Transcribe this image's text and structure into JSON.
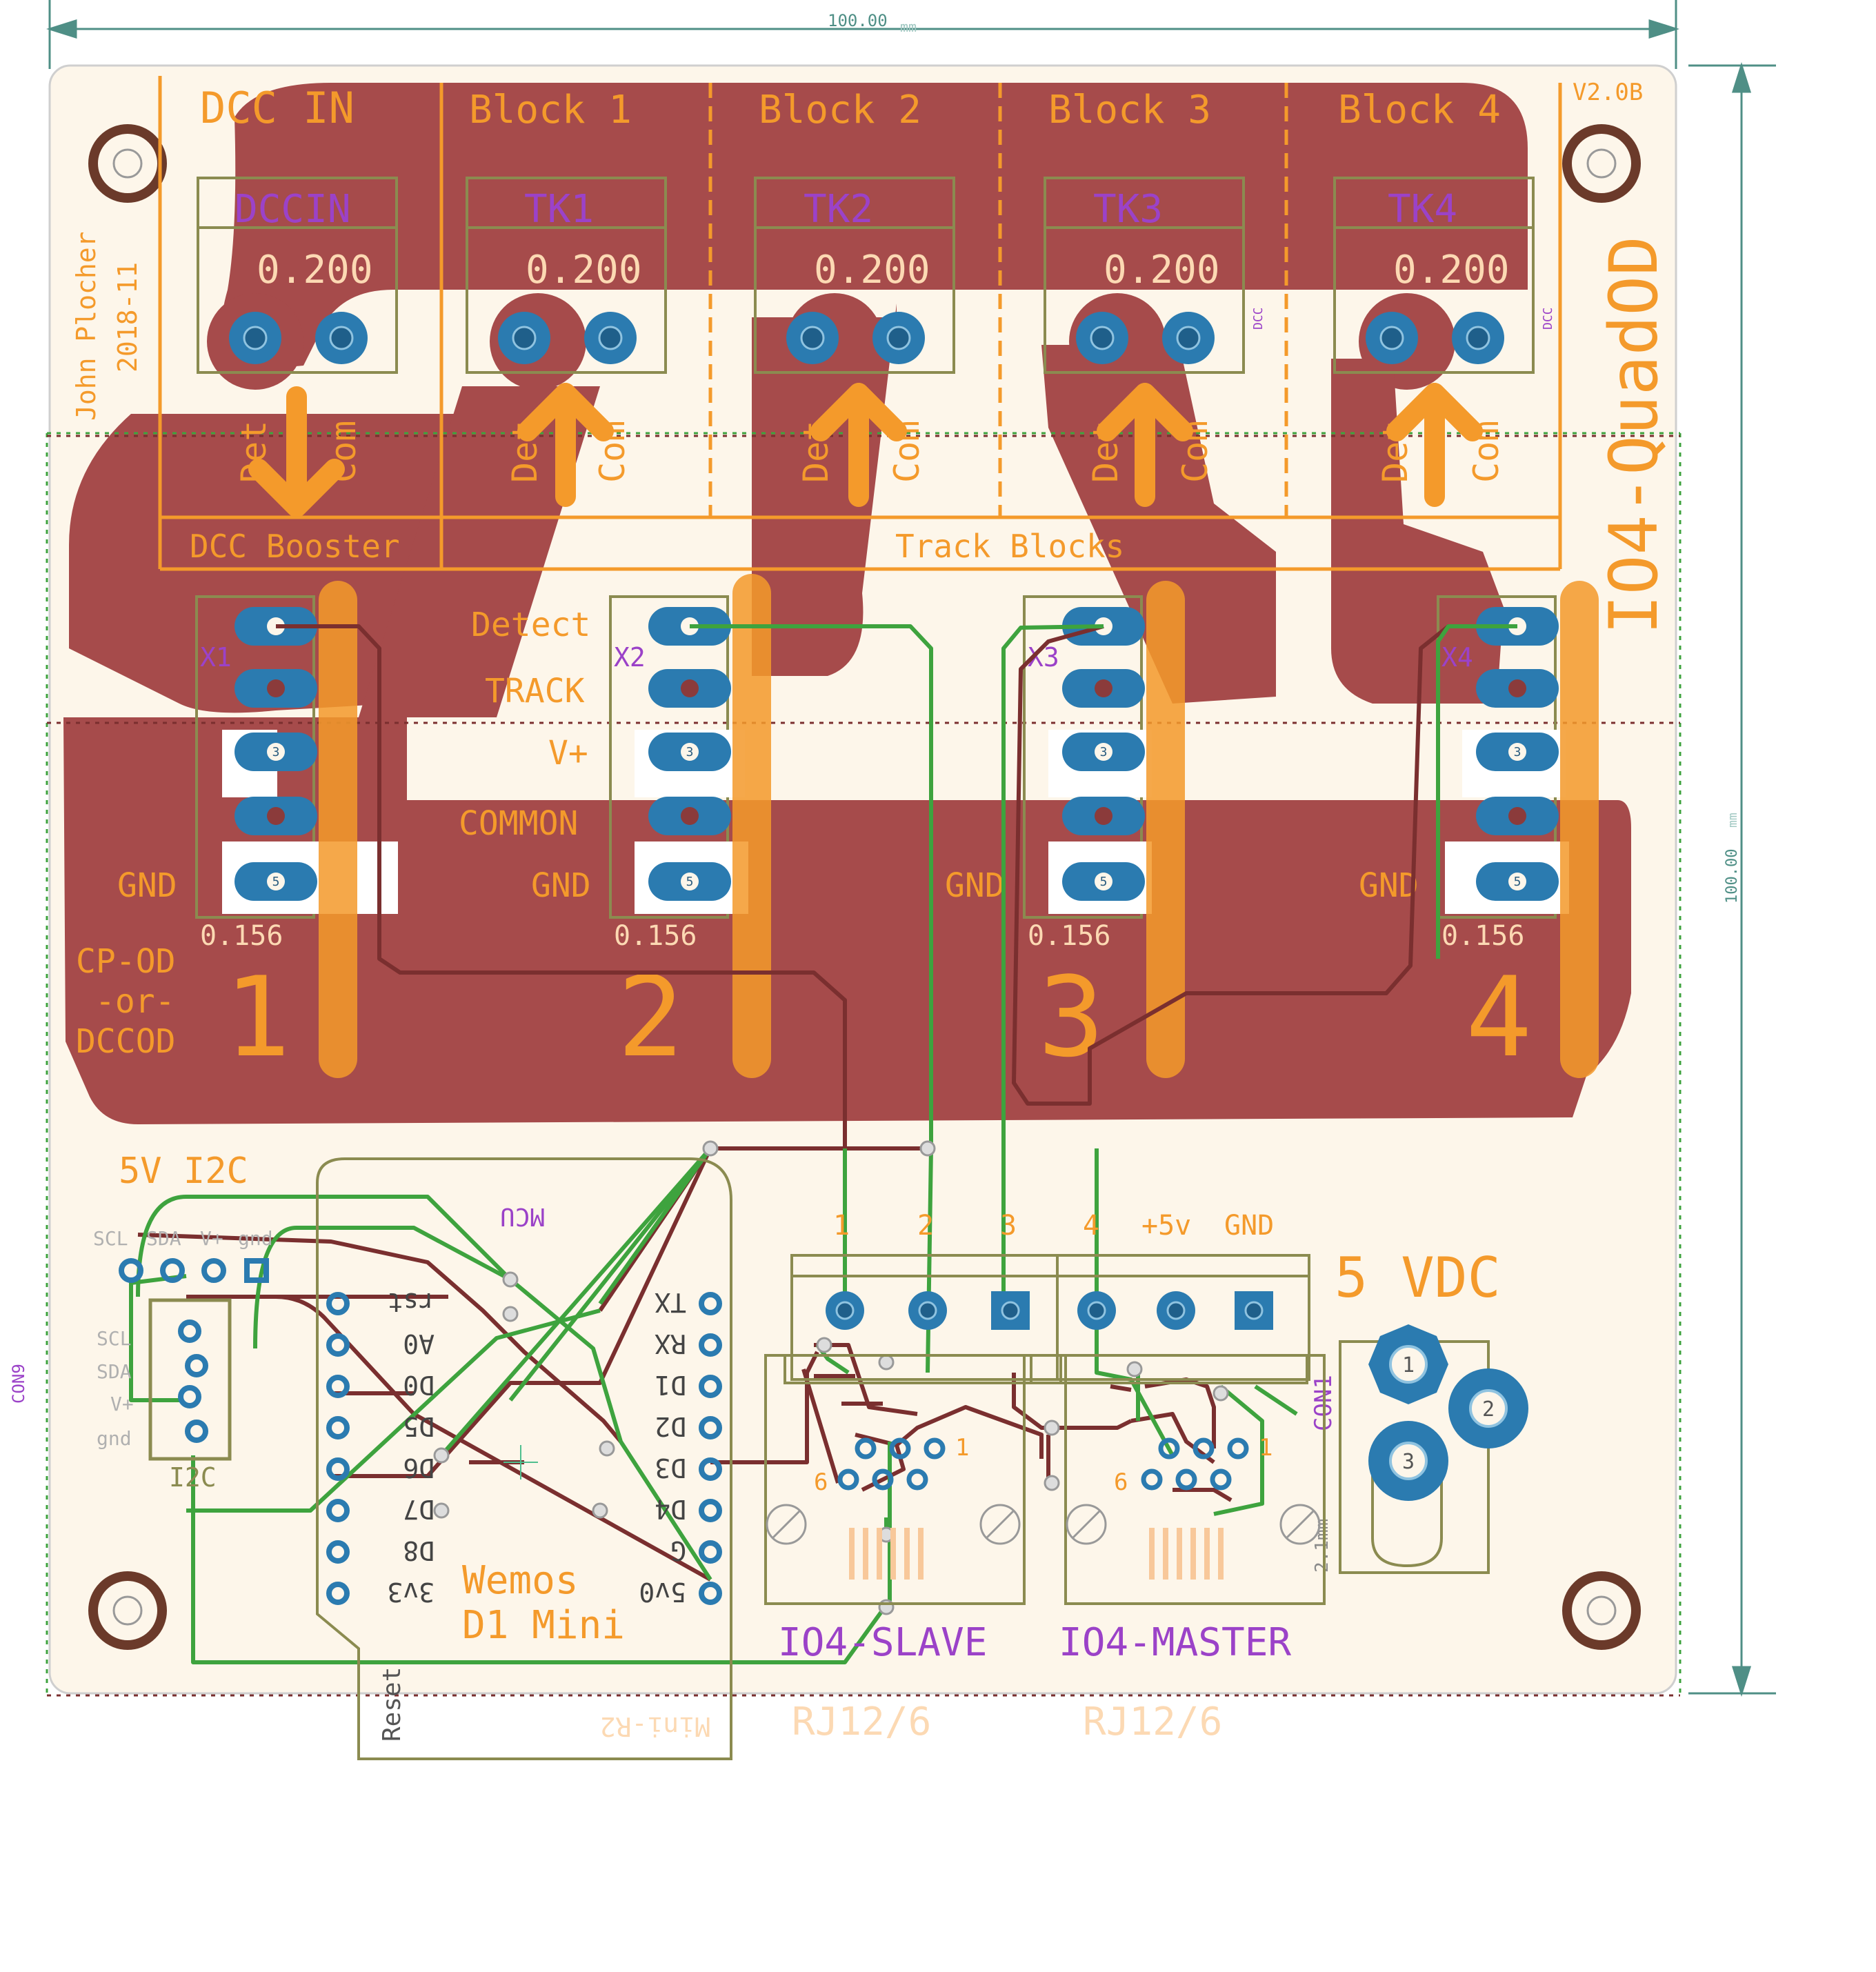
{
  "board": {
    "name": "IO4-QuadOD",
    "version": "V2.0B",
    "author": "John Plocher",
    "date": "2018-11",
    "dimension_x": "100.00",
    "dimension_y": "100.00",
    "dimension_unit": "mm"
  },
  "header": {
    "dcc_in": "DCC IN",
    "blocks": [
      "Block 1",
      "Block 2",
      "Block 3",
      "Block 4"
    ],
    "dcc_booster": "DCC Booster",
    "track_blocks": "Track Blocks"
  },
  "track_connectors": [
    {
      "name": "DCCIN",
      "value": "0.200",
      "pin_a": "Det",
      "pin_b": "Com"
    },
    {
      "name": "TK1",
      "value": "0.200",
      "pin_a": "Det",
      "pin_b": "Com"
    },
    {
      "name": "TK2",
      "value": "0.200",
      "pin_a": "Det",
      "pin_b": "Com"
    },
    {
      "name": "TK3",
      "value": "0.200",
      "pin_a": "Det",
      "pin_b": "Com"
    },
    {
      "name": "TK4",
      "value": "0.200",
      "pin_a": "Det",
      "pin_b": "Com"
    }
  ],
  "tiny_labels": {
    "dcc": "DCC"
  },
  "od_connectors": [
    {
      "name": "X1",
      "value": "0.156",
      "number": "1",
      "pins": [
        "",
        "",
        "3",
        "",
        "5"
      ]
    },
    {
      "name": "X2",
      "value": "0.156",
      "number": "2",
      "pins": [
        "",
        "",
        "3",
        "",
        "5"
      ]
    },
    {
      "name": "X3",
      "value": "0.156",
      "number": "3",
      "pins": [
        "",
        "",
        "3",
        "",
        "5"
      ]
    },
    {
      "name": "X4",
      "value": "0.156",
      "number": "4",
      "pins": [
        "",
        "",
        "3",
        "",
        "5"
      ]
    }
  ],
  "signal_labels": [
    "Detect",
    "TRACK",
    "V+",
    "COMMON",
    "GND"
  ],
  "gnd_label": "GND",
  "cp_od": [
    "CP-OD",
    "-or-",
    "DCCOD"
  ],
  "i2c": {
    "title": "5V I2C",
    "header_pins": [
      "SCL",
      "SDA",
      "V+",
      "gnd"
    ],
    "connector_pins": [
      "SCL",
      "SDA",
      "V+",
      "gnd"
    ],
    "name": "I2C",
    "con": "CON9"
  },
  "mcu": {
    "label": "MCU",
    "left_pins": [
      "rst",
      "A0",
      "D0",
      "D5",
      "D6",
      "D7",
      "D8",
      "3v3"
    ],
    "right_pins": [
      "TX",
      "RX",
      "D1",
      "D2",
      "D3",
      "D4",
      "G",
      "5v0"
    ],
    "name_line1": "Wemos",
    "name_line2": "D1 Mini",
    "reset": "Reset",
    "footprint": "Mini-R2"
  },
  "io_header": {
    "pins": [
      "1",
      "2",
      "3",
      "4",
      "+5v",
      "GND"
    ]
  },
  "power": {
    "label": "5 VDC",
    "con": "CON1",
    "pins": [
      "1",
      "2",
      "3"
    ],
    "size": "2.1mm"
  },
  "rj12": [
    {
      "name": "IO4-SLAVE",
      "value": "RJ12/6",
      "pin1": "1",
      "pin6": "6"
    },
    {
      "name": "IO4-MASTER",
      "value": "RJ12/6",
      "pin1": "1",
      "pin6": "6"
    }
  ],
  "colors": {
    "board": "#fdf6ea",
    "copper_pour": "#a64b4b",
    "silkscreen": "#f49a2b",
    "top_trace": "#3ea33e",
    "bottom_trace": "#7a2f2f",
    "pad": "#2b7bb0",
    "part_name": "#9b42c8",
    "dimension": "#4f8f86"
  }
}
